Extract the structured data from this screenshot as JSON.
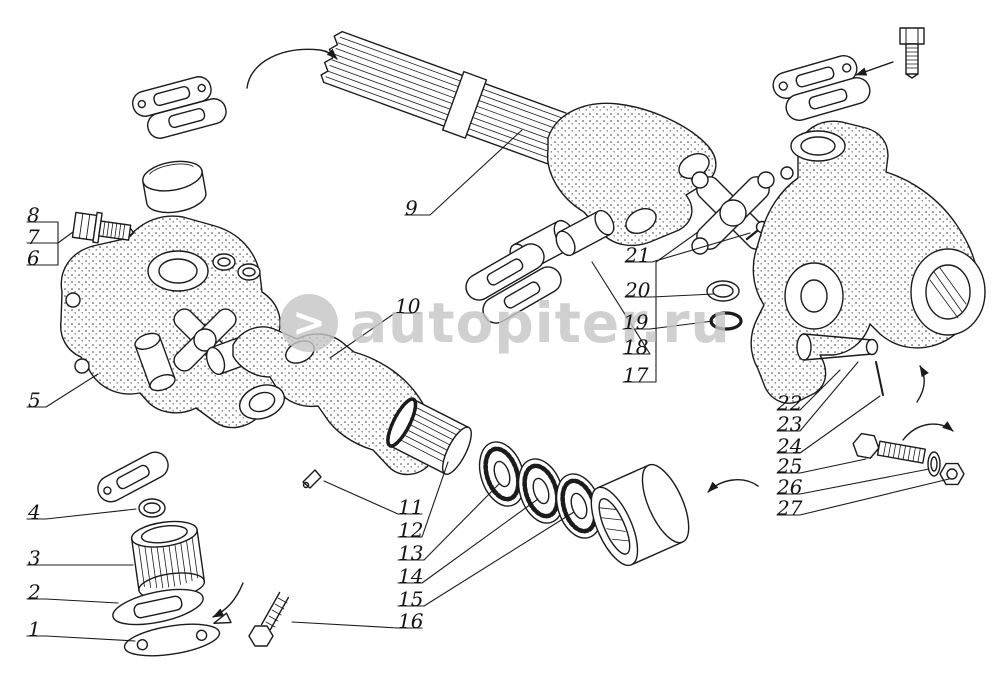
{
  "watermark": {
    "icon": ">",
    "text": "autopiter.ru",
    "color": "#c6c6c6"
  },
  "colors": {
    "ink": "#1b1b1b",
    "background": "#ffffff"
  },
  "callouts": [
    "1",
    "2",
    "3",
    "4",
    "5",
    "6",
    "7",
    "8",
    "9",
    "10",
    "11",
    "12",
    "13",
    "14",
    "15",
    "16",
    "17",
    "18",
    "19",
    "20",
    "21",
    "22",
    "23",
    "24",
    "25",
    "26",
    "27"
  ]
}
